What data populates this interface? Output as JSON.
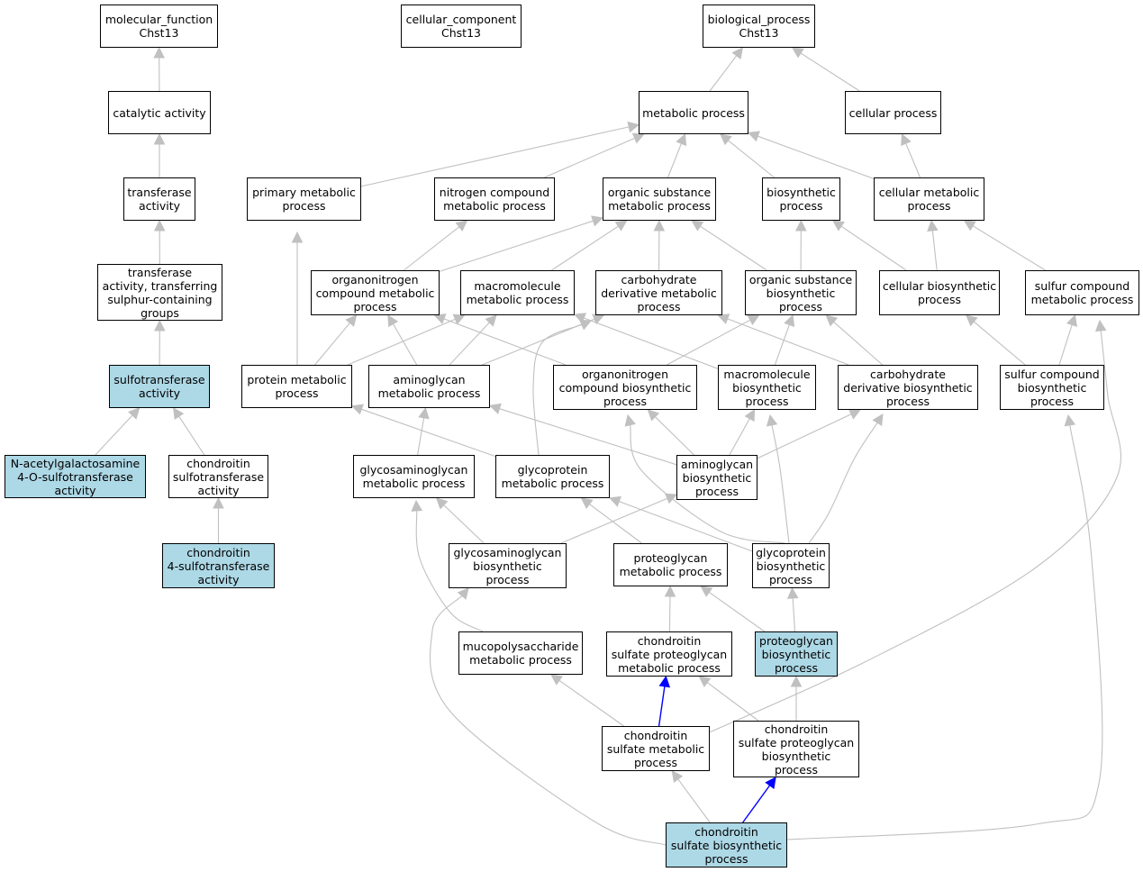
{
  "colors": {
    "edge": "#c0c0c0",
    "edge_highlight": "#0000ff",
    "node_highlight": "#add8e6",
    "node_border": "#000000"
  },
  "nodes": [
    {
      "id": "mf",
      "lines": [
        "molecular_function",
        "Chst13"
      ]
    },
    {
      "id": "cc",
      "lines": [
        "cellular_component",
        "Chst13"
      ]
    },
    {
      "id": "bp",
      "lines": [
        "biological_process",
        "Chst13"
      ]
    },
    {
      "id": "cat",
      "lines": [
        "catalytic activity"
      ]
    },
    {
      "id": "met",
      "lines": [
        "metabolic process"
      ]
    },
    {
      "id": "cel",
      "lines": [
        "cellular process"
      ]
    },
    {
      "id": "tra",
      "lines": [
        "transferase",
        "activity"
      ]
    },
    {
      "id": "pmp",
      "lines": [
        "primary metabolic",
        "process"
      ]
    },
    {
      "id": "ncm",
      "lines": [
        "nitrogen compound",
        "metabolic process"
      ]
    },
    {
      "id": "osm",
      "lines": [
        "organic substance",
        "metabolic process"
      ]
    },
    {
      "id": "bio",
      "lines": [
        "biosynthetic",
        "process"
      ]
    },
    {
      "id": "cmp",
      "lines": [
        "cellular metabolic",
        "process"
      ]
    },
    {
      "id": "tsg",
      "lines": [
        "transferase",
        "activity, transferring",
        "sulphur-containing",
        "groups"
      ]
    },
    {
      "id": "onm",
      "lines": [
        "organonitrogen",
        "compound metabolic",
        "process"
      ]
    },
    {
      "id": "mmp",
      "lines": [
        "macromolecule",
        "metabolic process"
      ]
    },
    {
      "id": "cdm",
      "lines": [
        "carbohydrate",
        "derivative metabolic",
        "process"
      ]
    },
    {
      "id": "osb",
      "lines": [
        "organic substance",
        "biosynthetic",
        "process"
      ]
    },
    {
      "id": "cbp",
      "lines": [
        "cellular biosynthetic",
        "process"
      ]
    },
    {
      "id": "scm",
      "lines": [
        "sulfur compound",
        "metabolic process"
      ]
    },
    {
      "id": "sul",
      "lines": [
        "sulfotransferase",
        "activity"
      ],
      "highlight": true
    },
    {
      "id": "prm",
      "lines": [
        "protein metabolic",
        "process"
      ]
    },
    {
      "id": "agm",
      "lines": [
        "aminoglycan",
        "metabolic process"
      ]
    },
    {
      "id": "onb",
      "lines": [
        "organonitrogen",
        "compound biosynthetic",
        "process"
      ]
    },
    {
      "id": "mbp",
      "lines": [
        "macromolecule",
        "biosynthetic",
        "process"
      ]
    },
    {
      "id": "cdb",
      "lines": [
        "carbohydrate",
        "derivative biosynthetic",
        "process"
      ]
    },
    {
      "id": "scb",
      "lines": [
        "sulfur compound",
        "biosynthetic",
        "process"
      ]
    },
    {
      "id": "nag",
      "lines": [
        "N-acetylgalactosamine",
        "4-O-sulfotransferase",
        "activity"
      ],
      "highlight": true
    },
    {
      "id": "cst",
      "lines": [
        "chondroitin",
        "sulfotransferase",
        "activity"
      ]
    },
    {
      "id": "gam",
      "lines": [
        "glycosaminoglycan",
        "metabolic process"
      ]
    },
    {
      "id": "gpm",
      "lines": [
        "glycoprotein",
        "metabolic process"
      ]
    },
    {
      "id": "agb",
      "lines": [
        "aminoglycan",
        "biosynthetic",
        "process"
      ]
    },
    {
      "id": "c4s",
      "lines": [
        "chondroitin",
        "4-sulfotransferase",
        "activity"
      ],
      "highlight": true
    },
    {
      "id": "gab",
      "lines": [
        "glycosaminoglycan",
        "biosynthetic",
        "process"
      ]
    },
    {
      "id": "pgm",
      "lines": [
        "proteoglycan",
        "metabolic process"
      ]
    },
    {
      "id": "gpb",
      "lines": [
        "glycoprotein",
        "biosynthetic",
        "process"
      ]
    },
    {
      "id": "mps",
      "lines": [
        "mucopolysaccharide",
        "metabolic process"
      ]
    },
    {
      "id": "csp",
      "lines": [
        "chondroitin",
        "sulfate proteoglycan",
        "metabolic process"
      ]
    },
    {
      "id": "pgb",
      "lines": [
        "proteoglycan",
        "biosynthetic",
        "process"
      ],
      "highlight": true
    },
    {
      "id": "csm",
      "lines": [
        "chondroitin",
        "sulfate metabolic",
        "process"
      ]
    },
    {
      "id": "cpb",
      "lines": [
        "chondroitin",
        "sulfate proteoglycan",
        "biosynthetic",
        "process"
      ]
    },
    {
      "id": "csb",
      "lines": [
        "chondroitin",
        "sulfate biosynthetic",
        "process"
      ],
      "highlight": true
    }
  ],
  "edges": [
    {
      "from": "cat",
      "to": "mf"
    },
    {
      "from": "tra",
      "to": "cat"
    },
    {
      "from": "tsg",
      "to": "tra"
    },
    {
      "from": "sul",
      "to": "tsg"
    },
    {
      "from": "nag",
      "to": "sul"
    },
    {
      "from": "cst",
      "to": "sul"
    },
    {
      "from": "c4s",
      "to": "cst"
    },
    {
      "from": "met",
      "to": "bp"
    },
    {
      "from": "cel",
      "to": "bp"
    },
    {
      "from": "pmp",
      "to": "met"
    },
    {
      "from": "ncm",
      "to": "met"
    },
    {
      "from": "osm",
      "to": "met"
    },
    {
      "from": "bio",
      "to": "met"
    },
    {
      "from": "cmp",
      "to": "met"
    },
    {
      "from": "cmp",
      "to": "cel"
    },
    {
      "from": "onm",
      "to": "ncm"
    },
    {
      "from": "onm",
      "to": "osm"
    },
    {
      "from": "mmp",
      "to": "osm"
    },
    {
      "from": "cdm",
      "to": "osm"
    },
    {
      "from": "osb",
      "to": "osm"
    },
    {
      "from": "osb",
      "to": "bio"
    },
    {
      "from": "cbp",
      "to": "bio"
    },
    {
      "from": "cbp",
      "to": "cmp"
    },
    {
      "from": "scm",
      "to": "cmp"
    },
    {
      "from": "prm",
      "to": "pmp"
    },
    {
      "from": "prm",
      "to": "onm"
    },
    {
      "from": "prm",
      "to": "mmp"
    },
    {
      "from": "agm",
      "to": "onm"
    },
    {
      "from": "agm",
      "to": "mmp"
    },
    {
      "from": "agm",
      "to": "cdm"
    },
    {
      "from": "onb",
      "to": "onm"
    },
    {
      "from": "onb",
      "to": "osb"
    },
    {
      "from": "mbp",
      "to": "mmp"
    },
    {
      "from": "mbp",
      "to": "osb"
    },
    {
      "from": "cdb",
      "to": "cdm"
    },
    {
      "from": "cdb",
      "to": "osb"
    },
    {
      "from": "scb",
      "to": "cbp"
    },
    {
      "from": "scb",
      "to": "scm"
    },
    {
      "from": "gam",
      "to": "agm"
    },
    {
      "from": "gpm",
      "to": "prm"
    },
    {
      "from": "gpm",
      "to": "cdm"
    },
    {
      "from": "agb",
      "to": "agm"
    },
    {
      "from": "agb",
      "to": "onb"
    },
    {
      "from": "agb",
      "to": "mbp"
    },
    {
      "from": "agb",
      "to": "cdb"
    },
    {
      "from": "gab",
      "to": "gam"
    },
    {
      "from": "gab",
      "to": "agb"
    },
    {
      "from": "pgm",
      "to": "gpm"
    },
    {
      "from": "gpb",
      "to": "gpm"
    },
    {
      "from": "gpb",
      "to": "onb"
    },
    {
      "from": "gpb",
      "to": "mbp"
    },
    {
      "from": "gpb",
      "to": "cdb"
    },
    {
      "from": "mps",
      "to": "gam"
    },
    {
      "from": "csp",
      "to": "pgm"
    },
    {
      "from": "pgb",
      "to": "pgm"
    },
    {
      "from": "pgb",
      "to": "gpb"
    },
    {
      "from": "csm",
      "to": "mps"
    },
    {
      "from": "csm",
      "to": "csp",
      "highlight": true
    },
    {
      "from": "csm",
      "to": "scm"
    },
    {
      "from": "cpb",
      "to": "csp"
    },
    {
      "from": "cpb",
      "to": "pgb"
    },
    {
      "from": "csb",
      "to": "csm"
    },
    {
      "from": "csb",
      "to": "cpb",
      "highlight": true
    },
    {
      "from": "csb",
      "to": "gab"
    },
    {
      "from": "csb",
      "to": "scb"
    }
  ]
}
